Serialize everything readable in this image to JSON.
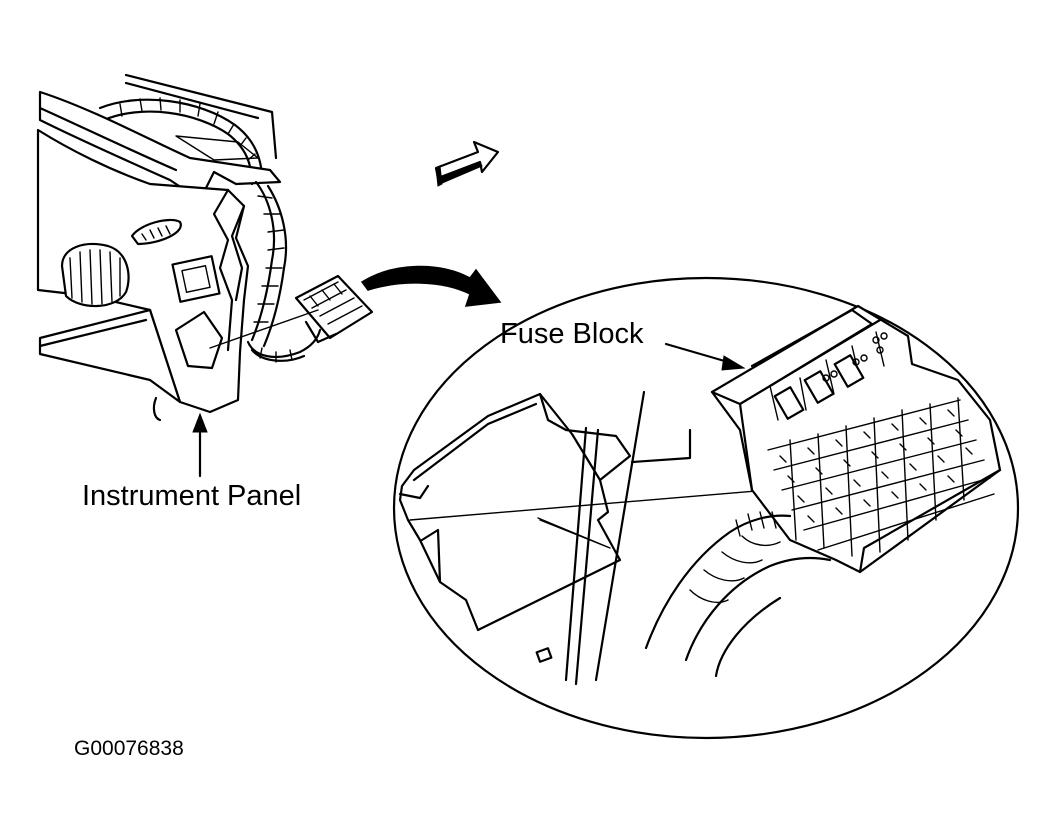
{
  "labels": {
    "instrument_panel": "Instrument Panel",
    "fuse_block": "Fuse Block"
  },
  "figure_id": "G00076838",
  "icons": [
    "direction-arrow-icon",
    "curved-arrow-icon",
    "leader-arrow-icon"
  ],
  "colors": {
    "ink": "#000000",
    "background": "#ffffff"
  }
}
